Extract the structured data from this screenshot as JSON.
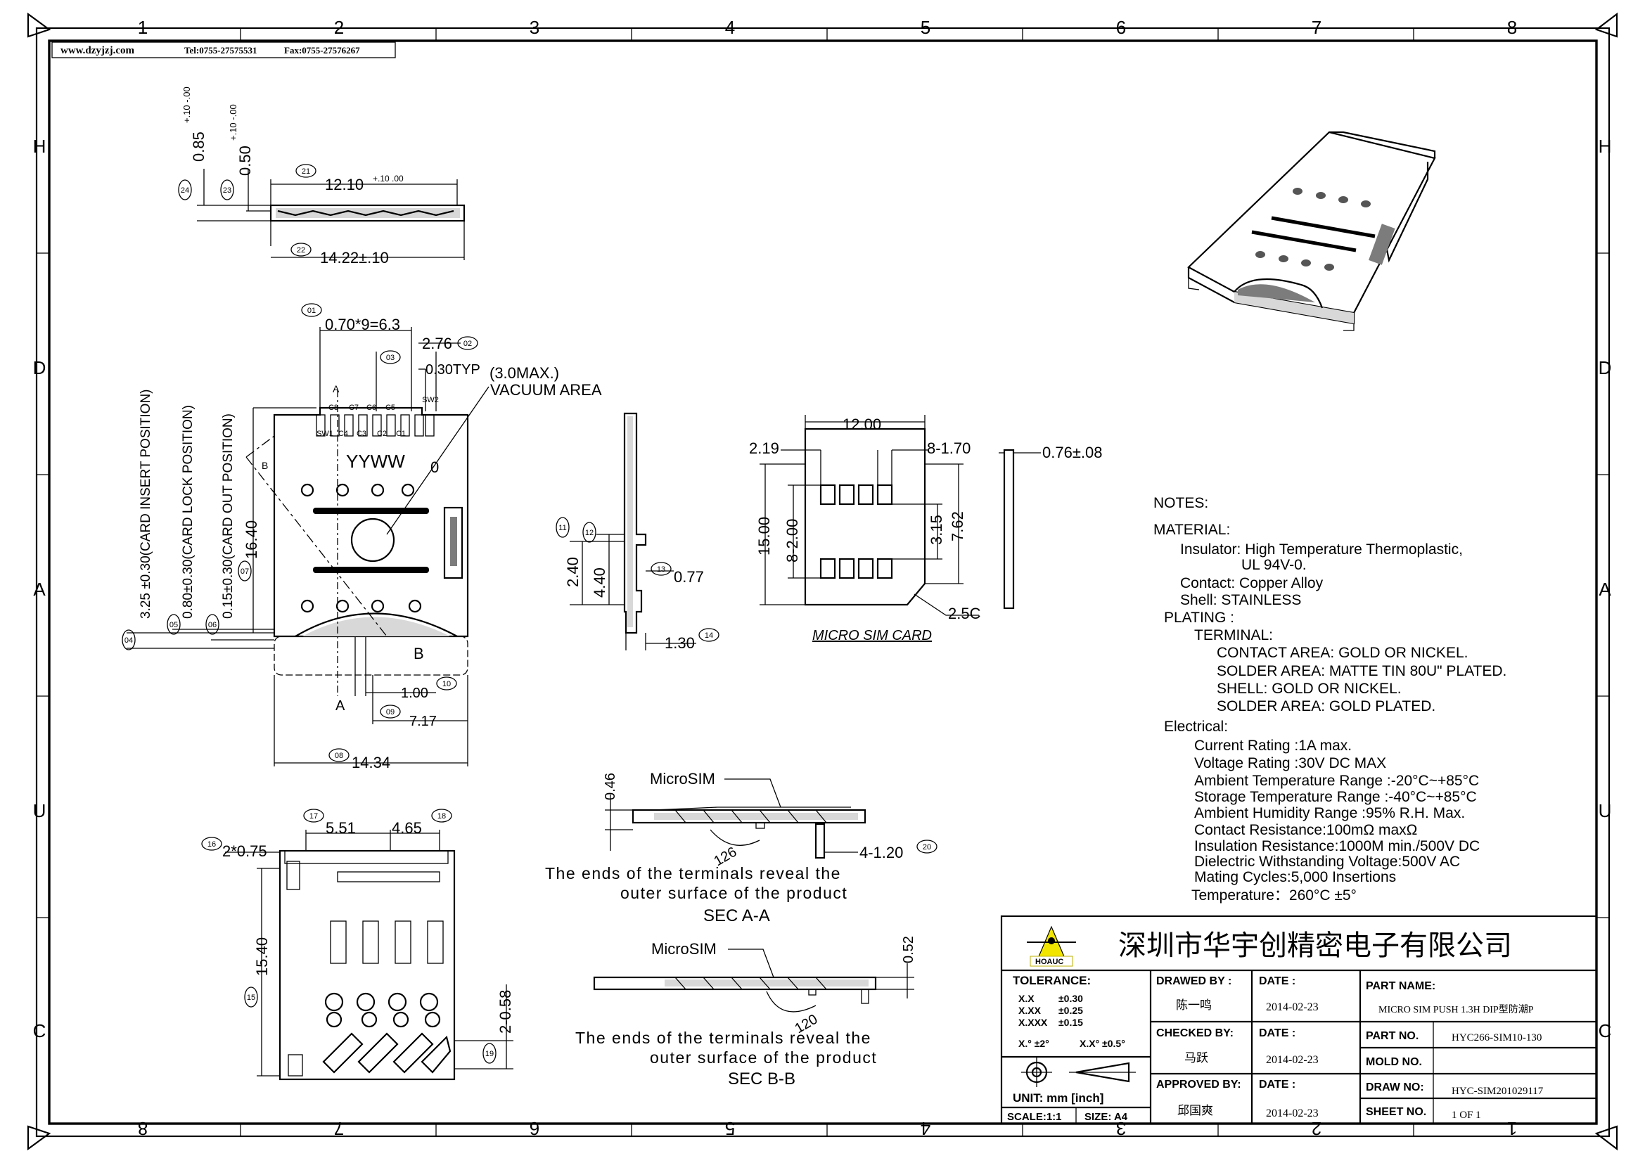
{
  "header": {
    "site": "www.dzyjzj.com",
    "tel": "Tel:0755-27575531",
    "fax": "Fax:0755-27576267"
  },
  "grid": {
    "cols_top": [
      "1",
      "2",
      "3",
      "4",
      "5",
      "6",
      "7",
      "8"
    ],
    "cols_bottom": [
      "8",
      "7",
      "6",
      "5",
      "4",
      "3",
      "2",
      "1"
    ],
    "rows_left": [
      "H",
      "D",
      "A",
      "U",
      "C"
    ],
    "rows_right": [
      "H",
      "D",
      "A",
      "U",
      "C"
    ]
  },
  "dims": {
    "side_085": "0.85",
    "side_085_tol": "+.10 -.00",
    "side_050": "0.50",
    "side_050_tol": "+.10 -.00",
    "side_1210": "12.10",
    "side_1210_tol": "+.10 .00",
    "side_1422": "14.22±.10",
    "top_pitch": "0.70*9=6.3",
    "top_276": "2.76",
    "top_030": "0.30TYP",
    "vacuum_1": "(3.0MAX.)",
    "vacuum_2": "VACUUM AREA",
    "card_insert": "3.25 ±0.30(CARD INSERT POSITION)",
    "card_lock": "0.80±0.30(CARD LOCK POSITION)",
    "card_out": "0.15±0.30(CARD OUT POSITION)",
    "top_1640": "16.40",
    "top_100": "1.00",
    "top_717": "7.17",
    "top_1434": "14.34",
    "yyww": "YYWW",
    "zero": "0",
    "sec_a": "A",
    "sec_b": "B",
    "sw1": "SW1",
    "sw2": "SW2",
    "pins_top": [
      "C8",
      "C7",
      "C6",
      "C5"
    ],
    "pins_bot": [
      "C4",
      "C3",
      "C2",
      "C1"
    ],
    "prof_240": "2.40",
    "prof_440": "4.40",
    "prof_077": "0.77",
    "prof_130": "1.30",
    "bot_551": "5.51",
    "bot_465": "4.65",
    "bot_075": "2*0.75",
    "bot_1540": "15.40",
    "bot_058": "2-0.58",
    "card_1200": "12.00",
    "card_219": "2.19",
    "card_170": "8-1.70",
    "card_076": "0.76±.08",
    "card_1500": "15.00",
    "card_200": "8-2.00",
    "card_315": "3.15",
    "card_762": "7.62",
    "card_25c": "2.5C",
    "card_label": "MICRO SIM CARD",
    "sec_microsim": "MicroSIM",
    "sec_046": "0.46",
    "sec_126": "126",
    "sec_120_dim": "4-1.20",
    "sec_052": "0.52",
    "sec_120": "120",
    "ends_1": "The ends of the terminals reveal the",
    "ends_2": "outer surface of the product",
    "sec_aa": "SEC A-A",
    "sec_bb": "SEC B-B"
  },
  "balloons": [
    "01",
    "02",
    "03",
    "04",
    "05",
    "06",
    "07",
    "08",
    "09",
    "10",
    "11",
    "12",
    "13",
    "14",
    "15",
    "16",
    "17",
    "18",
    "19",
    "20",
    "21",
    "22",
    "23",
    "24"
  ],
  "notes": {
    "title": "NOTES:",
    "material": "MATERIAL:",
    "insulator": "Insulator: High Temperature Thermoplastic,",
    "insulator2": "UL 94V-0.",
    "contact": "Contact: Copper Alloy",
    "shell": "Shell: STAINLESS",
    "plating": "PLATING :",
    "terminal": "TERMINAL:",
    "contact_area": "CONTACT AREA: GOLD OR NICKEL.",
    "solder_area": "SOLDER AREA: MATTE TIN  80U\" PLATED.",
    "shell_plating": "SHELL: GOLD OR NICKEL.",
    "solder_area2": "SOLDER AREA: GOLD PLATED.",
    "electrical": "Electrical:",
    "current": "Current Rating :1A  max.",
    "voltage": "Voltage Rating :30V DC MAX",
    "ambient_temp": "Ambient Temperature Range :-20°C~+85°C",
    "storage_temp": "Storage Temperature Range :-40°C~+85°C",
    "humidity": "Ambient Humidity Range :95% R.H. Max.",
    "contact_res": "Contact Resistance:100mΩ maxΩ",
    "insulation": "Insulation Resistance:1000M  min./500V DC",
    "dielectric": "Dielectric Withstanding Voltage:500V AC",
    "mating": "Mating Cycles:5,000 Insertions",
    "temperature": "Temperature：260°C ±5°"
  },
  "title_block": {
    "company": "深圳市华宇创精密电子有限公司",
    "logo_text": "HOAUC",
    "tolerance": "TOLERANCE:",
    "tol_x": "X.X",
    "tol_x_val": "±0.30",
    "tol_xx": "X.XX",
    "tol_xx_val": "±0.25",
    "tol_xxx": "X.XXX",
    "tol_xxx_val": "±0.15",
    "tol_ang1": "X.° ±2°",
    "tol_ang2": "X.X° ±0.5°",
    "unit": "UNIT:  mm [inch]",
    "scale": "SCALE:1:1",
    "size": "SIZE: A4",
    "drawn_by": "DRAWED BY :",
    "drawn_name": "陈一鸣",
    "checked_by": "CHECKED BY:",
    "checked_name": "马跃",
    "approved_by": "APPROVED BY:",
    "approved_name": "邱国爽",
    "date_label": "DATE :",
    "date1": "2014-02-23",
    "date2": "2014-02-23",
    "date3": "2014-02-23",
    "part_name_label": "PART NAME:",
    "part_name": "MICRO SIM PUSH 1.3H DIP型防潮P",
    "part_no_label": "PART NO.",
    "part_no": "HYC266-SIM10-130",
    "mold_no_label": "MOLD NO.",
    "mold_no": "",
    "draw_no_label": "DRAW NO:",
    "draw_no": "HYC-SIM201029117",
    "sheet_no_label": "SHEET NO.",
    "sheet_no": "1 OF 1"
  }
}
